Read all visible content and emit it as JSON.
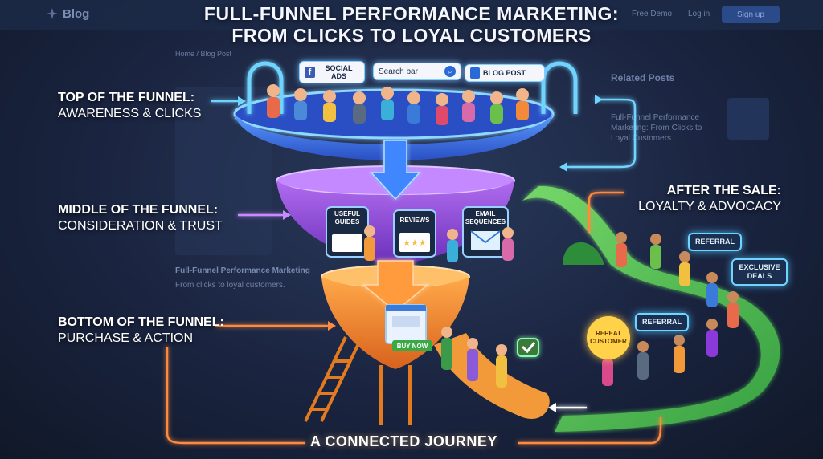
{
  "title": {
    "line1": "FULL-FUNNEL PERFORMANCE MARKETING:",
    "line2": "FROM CLICKS TO LOYAL CUSTOMERS"
  },
  "stages": {
    "top": {
      "heading": "TOP OF THE FUNNEL:",
      "sub": "AWARENESS & CLICKS"
    },
    "middle": {
      "heading": "MIDDLE OF THE FUNNEL:",
      "sub": "CONSIDERATION & TRUST"
    },
    "bottom": {
      "heading": "BOTTOM OF THE FUNNEL:",
      "sub": "PURCHASE & ACTION"
    },
    "after": {
      "heading": "AFTER THE SALE:",
      "sub": "LOYALTY & ADVOCACY"
    }
  },
  "top_tags": {
    "social_ads": "SOCIAL ADS",
    "search_bar": "Search bar",
    "blog_post": "BLOG POST"
  },
  "middle_cards": {
    "guides": "USEFUL GUIDES",
    "reviews": "REVIEWS",
    "email": "EMAIL SEQUENCES"
  },
  "bottom": {
    "buy_now": "BUY NOW"
  },
  "loyalty": {
    "referral_1": "REFERRAL",
    "exclusive": "EXCLUSIVE DEALS",
    "referral_2": "REFERRAL",
    "repeat": "REPEAT CUSTOMER"
  },
  "footer": {
    "journey": "A CONNECTED JOURNEY"
  },
  "backdrop": {
    "logo": "Blog",
    "nav": [
      "Free Demo",
      "Log in",
      "Sign up"
    ],
    "breadcrumb": "Home  /  Blog Post",
    "sidebar_title": "Related Posts",
    "related_1": "Full-Funnel Performance Marketing: From Clicks to Loyal Customers",
    "article_title": "Full-Funnel Performance Marketing",
    "article_sub": "From clicks to loyal customers."
  },
  "colors": {
    "top_funnel": "#3e7bff",
    "middle_funnel": "#9a4fe0",
    "bottom_funnel": "#f28a2e",
    "slide": "#5fd35a",
    "glow_blue": "#6fd4ff",
    "arrow_orange": "#ff8a3d"
  }
}
